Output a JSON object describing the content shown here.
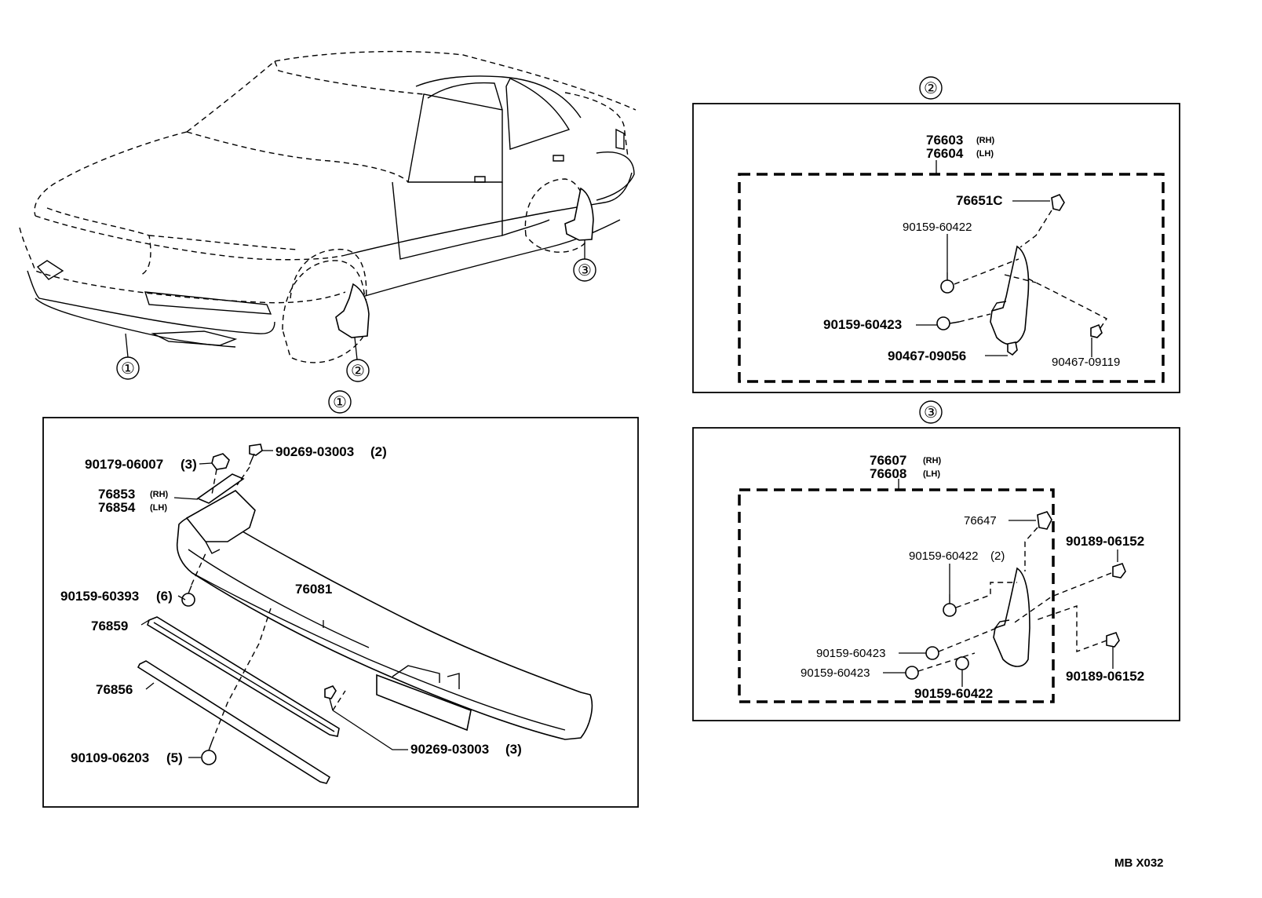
{
  "diagram_code": "MB X032",
  "overview": {
    "callouts": [
      "①",
      "②",
      "③"
    ]
  },
  "panel_1": {
    "marker": "①",
    "labels": {
      "p90179": "90179-06007",
      "p90179_qty": "(3)",
      "p90269a": "90269-03003",
      "p90269a_qty": "(2)",
      "p76853": "76853",
      "p76853_side": "(RH)",
      "p76854": "76854",
      "p76854_side": "(LH)",
      "p76081": "76081",
      "p90159": "90159-60393",
      "p90159_qty": "(6)",
      "p76859": "76859",
      "p76856": "76856",
      "p90109": "90109-06203",
      "p90109_qty": "(5)",
      "p90269b": "90269-03003",
      "p90269b_qty": "(3)"
    }
  },
  "panel_2": {
    "marker": "②",
    "labels": {
      "p76603": "76603",
      "p76603_side": "(RH)",
      "p76604": "76604",
      "p76604_side": "(LH)",
      "p76651c": "76651C",
      "p90159_60422": "90159-60422",
      "p90159_60423": "90159-60423",
      "p90467_09056": "90467-09056",
      "p90467_09119": "90467-09119"
    }
  },
  "panel_3": {
    "marker": "③",
    "labels": {
      "p76607": "76607",
      "p76607_side": "(RH)",
      "p76608": "76608",
      "p76608_side": "(LH)",
      "p76647": "76647",
      "p90159_60422_top": "90159-60422",
      "p90159_60422_top_qty": "(2)",
      "p90189_top": "90189-06152",
      "p90159_60423_a": "90159-60423",
      "p90159_60423_b": "90159-60423",
      "p90159_60422_bot": "90159-60422",
      "p90189_bot": "90189-06152"
    }
  }
}
